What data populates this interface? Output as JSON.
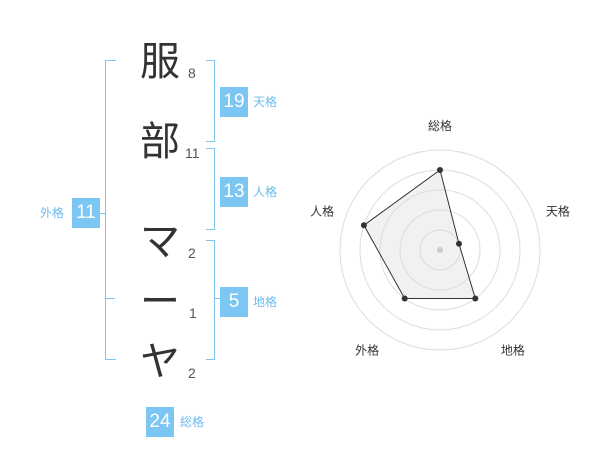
{
  "name": {
    "chars": [
      {
        "char": "服",
        "strokes": "8"
      },
      {
        "char": "部",
        "strokes": "11"
      },
      {
        "char": "マ",
        "strokes": "2"
      },
      {
        "char": "ー",
        "strokes": "1"
      },
      {
        "char": "ヤ",
        "strokes": "2"
      }
    ]
  },
  "fortune": {
    "tenkaku": {
      "value": "19",
      "label": "天格"
    },
    "jinkaku": {
      "value": "13",
      "label": "人格"
    },
    "chikaku": {
      "value": "5",
      "label": "地格"
    },
    "gaikaku": {
      "value": "11",
      "label": "外格"
    },
    "soukaku": {
      "value": "24",
      "label": "総格"
    }
  },
  "colors": {
    "accent": "#7cc6f4",
    "label": "#6bbbee"
  },
  "chart_data": {
    "type": "radar",
    "axes": [
      "総格",
      "天格",
      "地格",
      "外格",
      "人格"
    ],
    "values": [
      4,
      1,
      3,
      3,
      4
    ],
    "max": 5,
    "rings": 5
  }
}
